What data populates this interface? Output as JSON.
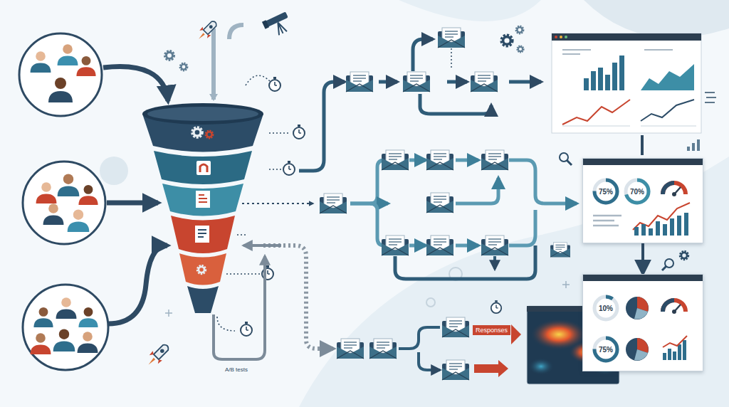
{
  "diagram": {
    "nodes": [
      {
        "text": [
          "75%",
          "70%"
        ]
      },
      {
        "text": [
          "10%",
          "75%"
        ]
      }
    ],
    "edges": [
      {
        "from": 0,
        "to": 1,
        "arrow": "to"
      }
    ],
    "labels": [
      "A/B tests",
      "Responses"
    ]
  }
}
